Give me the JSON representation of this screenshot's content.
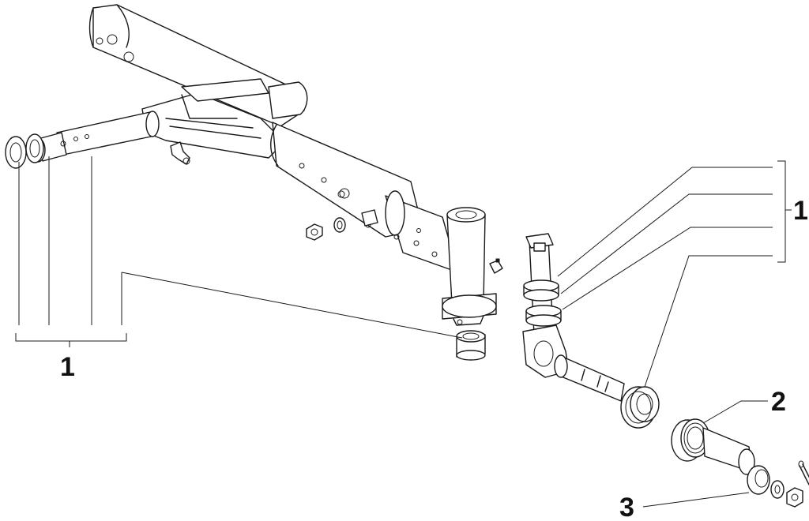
{
  "callouts": {
    "left_group": "1",
    "right_group": "1",
    "bearing": "2",
    "nut_washer": "3"
  }
}
